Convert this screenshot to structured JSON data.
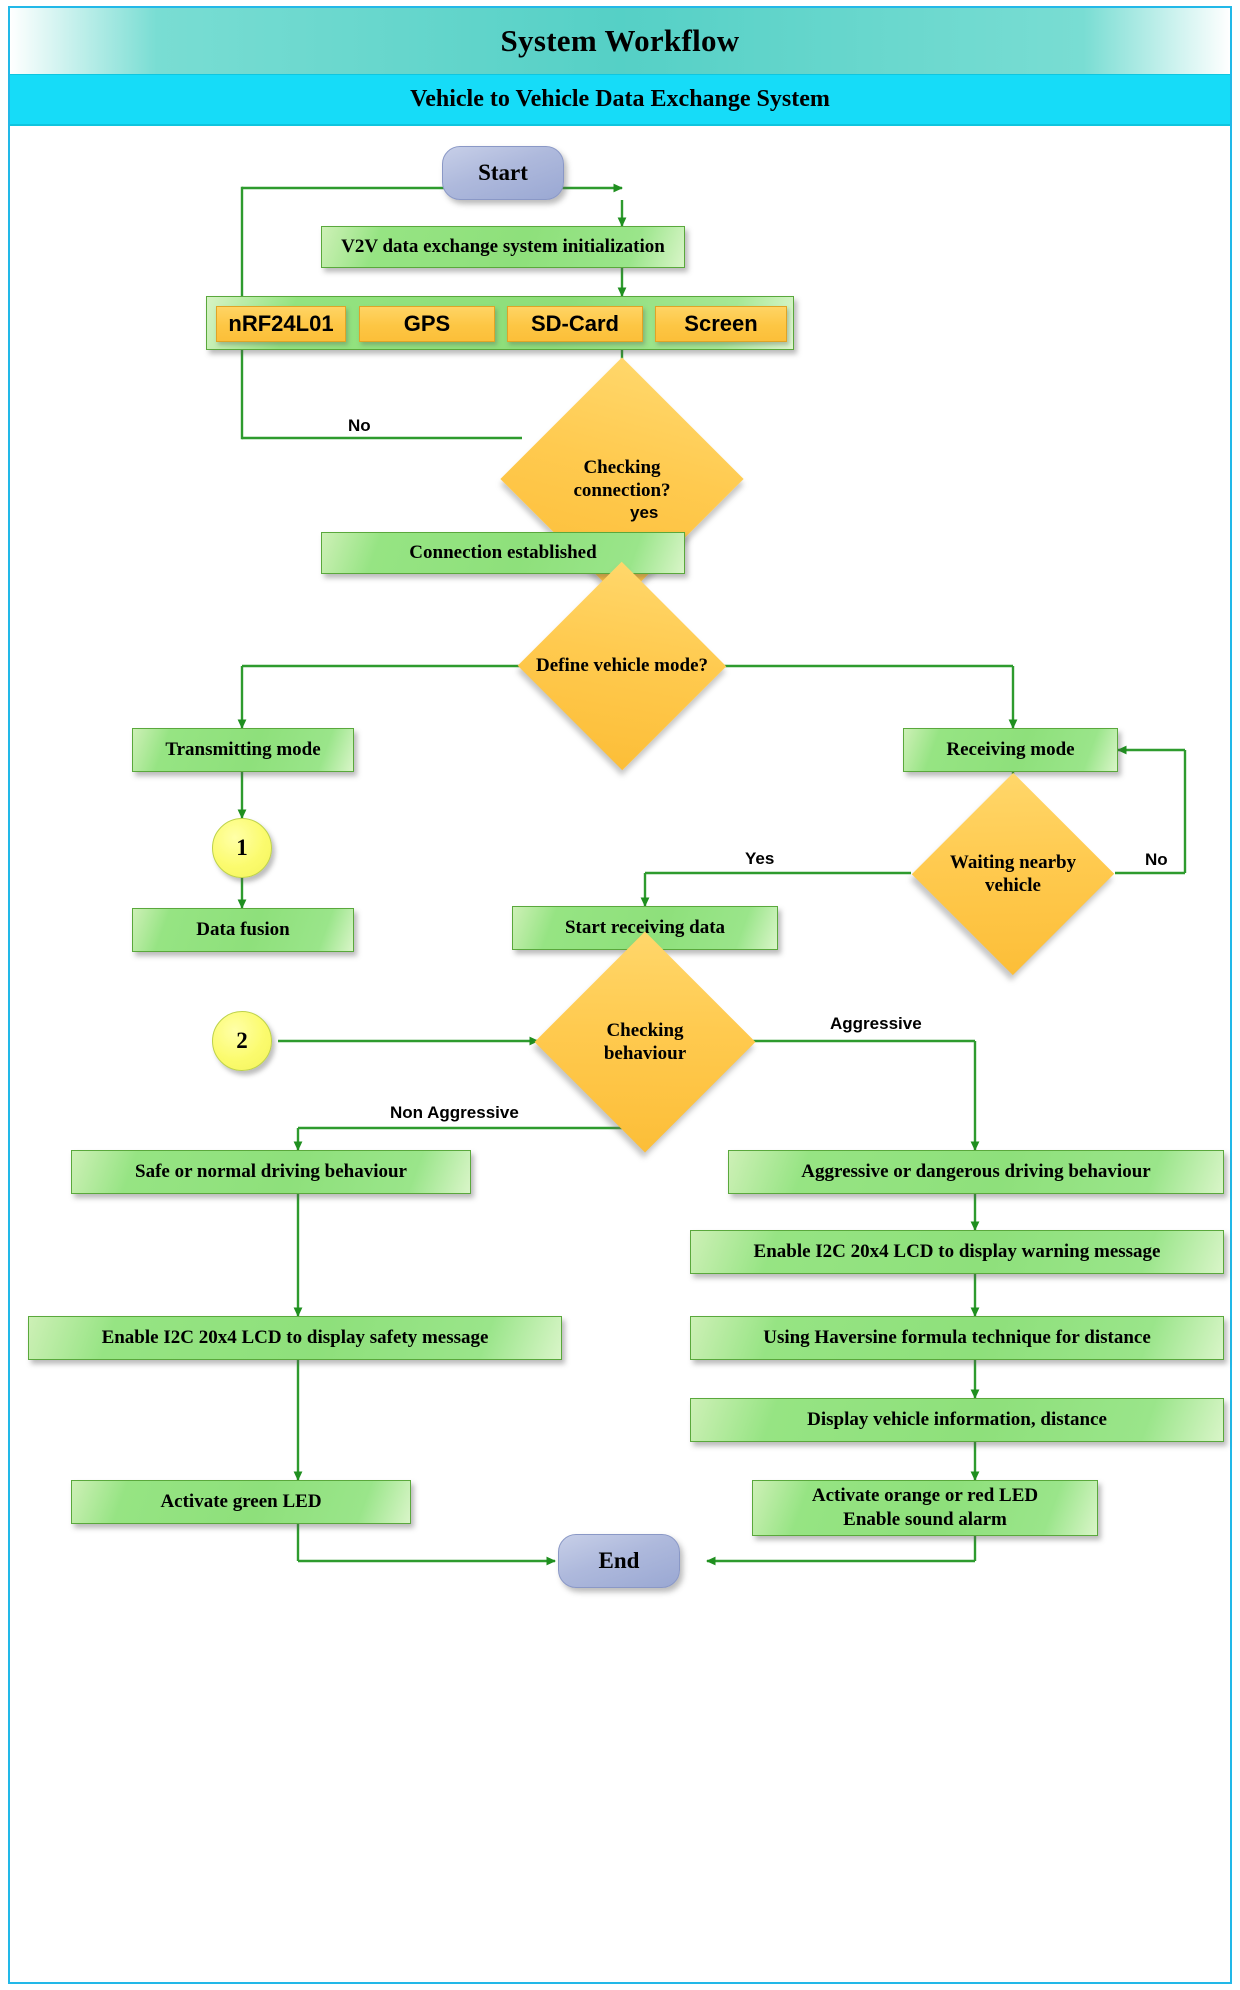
{
  "header": {
    "title": "System Workflow",
    "subtitle": "Vehicle to Vehicle Data Exchange System"
  },
  "colors": {
    "band_title": "#55d0c6",
    "band_sub": "#16dcf8",
    "frame_border": "#22b8e8",
    "process_fill": "#8ee07b",
    "process_border": "#5aa83c",
    "decision_fill": "#fcbe38",
    "terminal_fill": "#aeb9dc",
    "connector_fill": "#fbfb6e",
    "hardware_fill": "#fdc644",
    "edge_line": "#2e9b2e"
  },
  "nodes": {
    "start": "Start",
    "init": "V2V data exchange system initialization",
    "hardware": [
      "nRF24L01",
      "GPS",
      "SD-Card",
      "Screen"
    ],
    "check_connection": "Checking connection?",
    "connection_established": "Connection established",
    "define_mode": "Define vehicle mode?",
    "transmitting_mode": "Transmitting mode",
    "receiving_mode": "Receiving mode",
    "connector_one": "1",
    "connector_two": "2",
    "data_fusion": "Data fusion",
    "waiting_nearby": "Waiting nearby vehicle",
    "start_receiving": "Start receiving data",
    "checking_behaviour": "Checking behaviour",
    "safe_behaviour": "Safe or normal driving behaviour",
    "aggressive_behaviour": "Aggressive or dangerous driving behaviour",
    "lcd_safety": "Enable I2C 20x4 LCD to display safety message",
    "lcd_warning": "Enable I2C 20x4 LCD to display warning message",
    "haversine": "Using Haversine formula technique for distance",
    "display_info": "Display vehicle information, distance",
    "green_led": "Activate green LED",
    "orange_led_line1": "Activate orange or red LED",
    "orange_led_line2": "Enable sound alarm",
    "end": "End"
  },
  "edge_labels": {
    "no_connection": "No",
    "yes_connection": "yes",
    "yes_waiting": "Yes",
    "no_waiting": "No",
    "aggressive": "Aggressive",
    "non_aggressive": "Non Aggressive"
  }
}
